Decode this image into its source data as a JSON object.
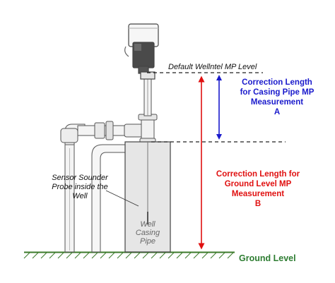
{
  "labels": {
    "default_mp_level": "Default Wellntel MP Level",
    "casing_correction": [
      "Correction Length",
      "for Casing Pipe MP",
      "Measurement",
      "A"
    ],
    "ground_correction": [
      "Correction Length for",
      "Ground Level MP",
      "Measurement",
      "B"
    ],
    "sensor_probe": [
      "Sensor Sounder",
      "Probe inside the",
      "Well"
    ],
    "well_casing": [
      "Well",
      "Casing",
      "Pipe"
    ],
    "ground_level": "Ground Level"
  },
  "colors": {
    "casing_correction": "#1a1acc",
    "ground_correction": "#e01010",
    "ground_level_text": "#2e7d32",
    "ground_line": "#3b7a2a",
    "outline": "#333333",
    "casing_fill": "#e6e6e6"
  }
}
